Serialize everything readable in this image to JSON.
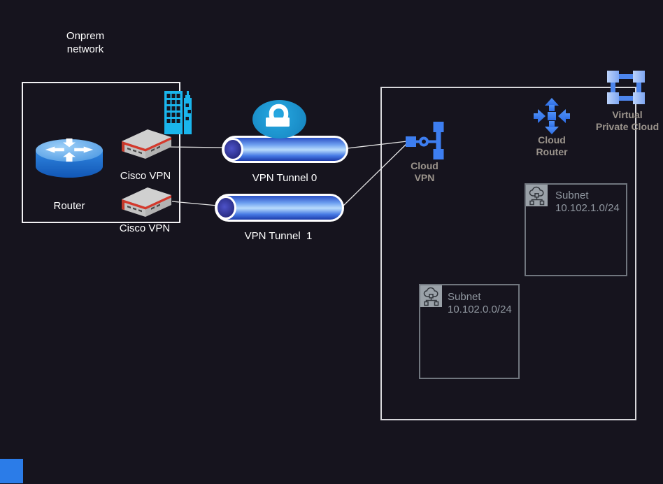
{
  "canvas": {
    "background": "#16141E"
  },
  "onprem": {
    "title_line1": "Onprem",
    "title_line2": "network",
    "router_label": "Router",
    "cisco_vpn_1_label": "Cisco VPN",
    "cisco_vpn_2_label": "Cisco VPN"
  },
  "tunnels": {
    "tunnel0_label": "VPN Tunnel 0",
    "tunnel1_label": "VPN Tunnel  1"
  },
  "cloud": {
    "cloud_vpn_line1": "Cloud",
    "cloud_vpn_line2": "VPN",
    "cloud_router_line1": "Cloud",
    "cloud_router_line2": "Router",
    "vpc_line1": "Virtual",
    "vpc_line2": "Private Cloud",
    "subnets": [
      {
        "title": "Subnet",
        "cidr": "10.102.1.0/24"
      },
      {
        "title": "Subnet",
        "cidr": "10.102.0.0/24"
      }
    ]
  },
  "icons": {
    "router": "cisco-router-icon",
    "cisco_vpn": "cisco-vpn-appliance-icon",
    "building": "office-building-icon",
    "lock": "padlock-icon",
    "cloud_vpn": "gcp-cloud-vpn-icon",
    "cloud_router": "gcp-cloud-router-icon",
    "vpc": "gcp-virtual-private-cloud-icon",
    "subnet": "cloud-subnet-icon"
  },
  "colors": {
    "background": "#16141E",
    "gcp_blue": "#3d7ef0",
    "vpc_light_blue": "#aac7fa",
    "building_cyan": "#1ab5ec",
    "lock_blue": "#1d9cd8",
    "tunnel_blue": "#6d9ff0",
    "label_white": "#ffffff",
    "label_gray": "#9b948c",
    "subnet_gray": "#9097a0",
    "device_red": "#d5392c"
  }
}
